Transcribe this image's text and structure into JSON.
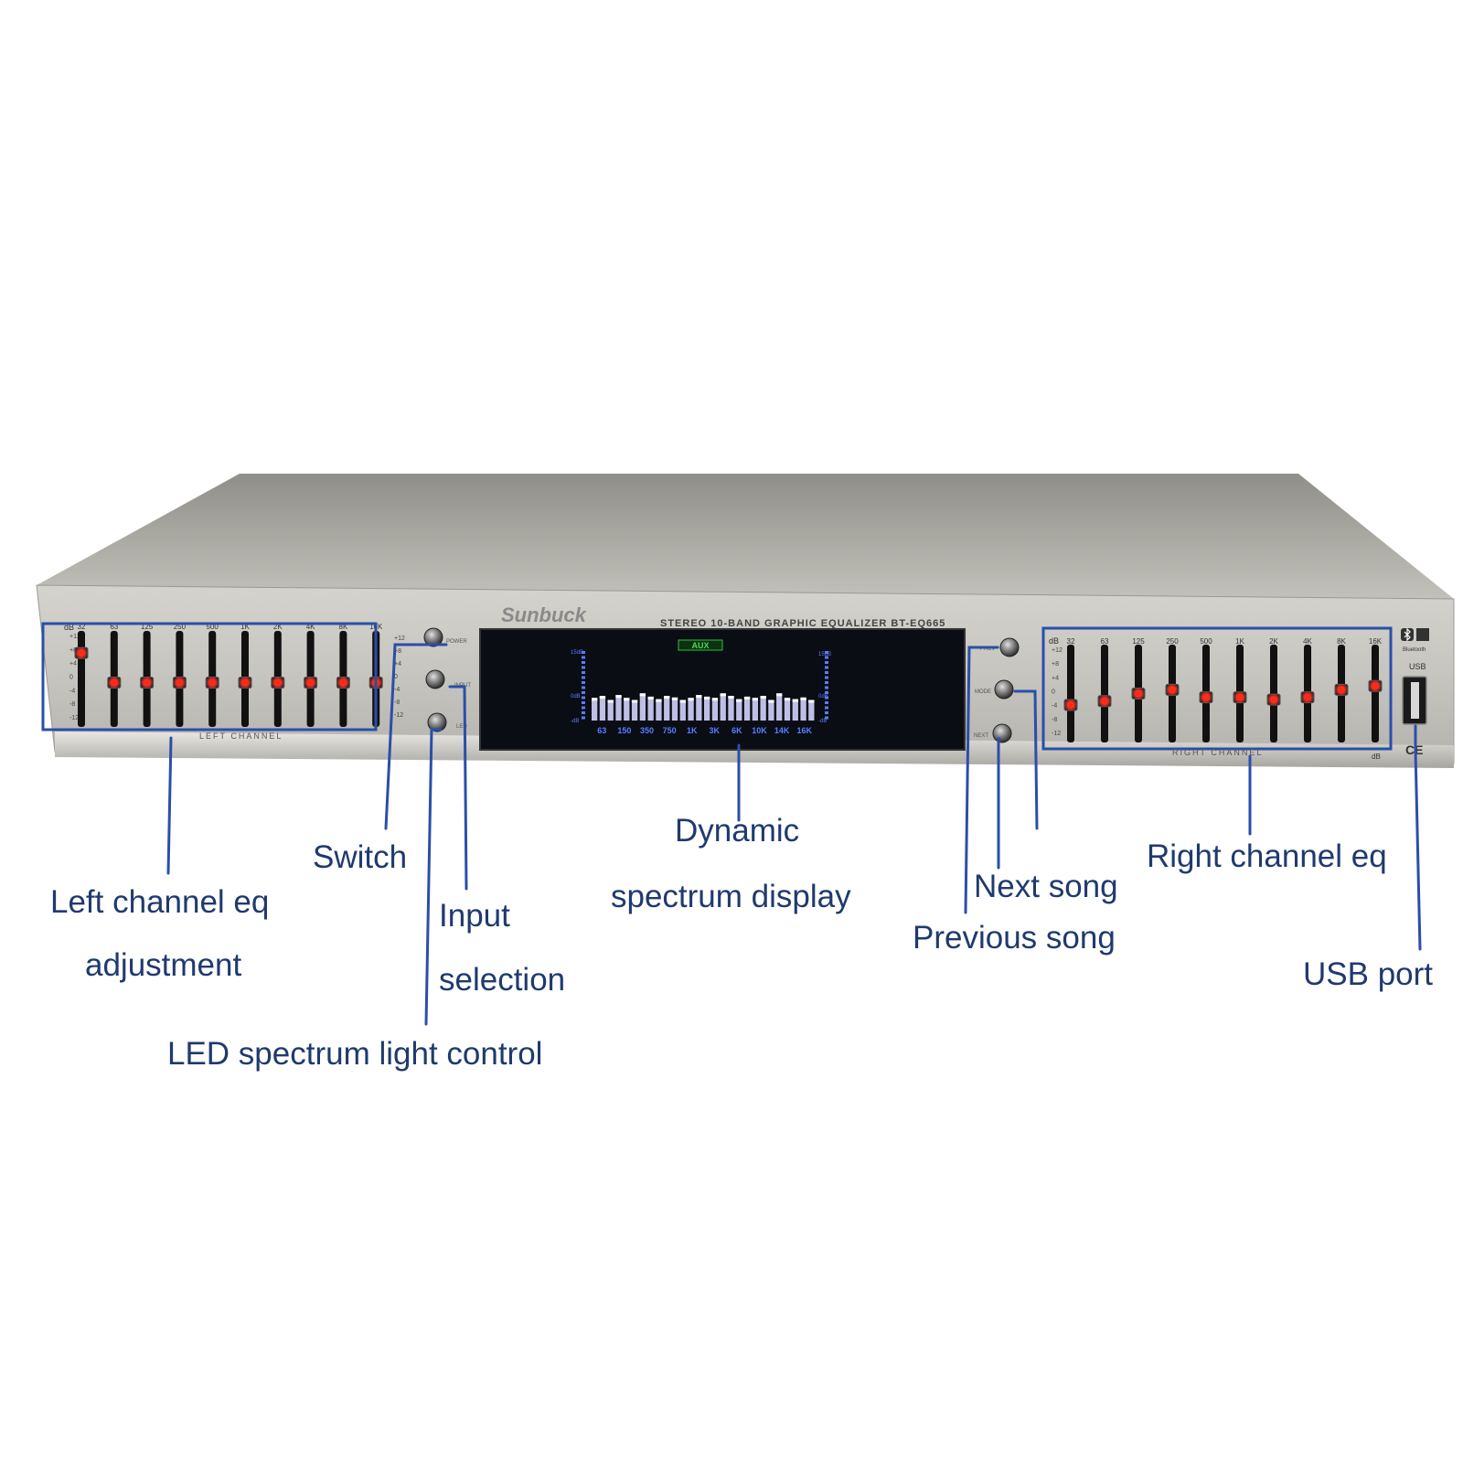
{
  "device": {
    "brand": "Sunbuck",
    "model_title": "STEREO 10-BAND GRAPHIC EQUALIZER BT-EQ665",
    "display_mode": "AUX",
    "display_db_top": "15dB",
    "display_db_mid": "0dB",
    "display_db_bottom": "-dB",
    "display_freqs": [
      "63",
      "150",
      "350",
      "750",
      "1K",
      "3K",
      "6K",
      "10K",
      "14K",
      "16K"
    ],
    "display_levels": [
      0.55,
      0.6,
      0.5,
      0.62,
      0.55,
      0.5,
      0.66,
      0.58,
      0.52,
      0.6,
      0.56,
      0.5,
      0.55,
      0.62,
      0.58,
      0.55,
      0.66,
      0.6,
      0.52,
      0.58,
      0.55,
      0.6,
      0.5,
      0.66,
      0.55,
      0.52,
      0.56,
      0.5
    ],
    "left_channel": {
      "db_label": "dB",
      "freqs": [
        "32",
        "63",
        "125",
        "250",
        "500",
        "1K",
        "2K",
        "4K",
        "8K",
        "16K"
      ],
      "scale": [
        "+12",
        "+8",
        "+4",
        "0",
        "-4",
        "-8",
        "-12"
      ],
      "label": "LEFT CHANNEL",
      "slider_levels": [
        0.85,
        0.45,
        0.45,
        0.45,
        0.45,
        0.45,
        0.45,
        0.45,
        0.45,
        0.45
      ]
    },
    "center_scale": [
      "+12",
      "+8",
      "+4",
      "0",
      "-4",
      "-8",
      "-12"
    ],
    "buttons": {
      "power_label": "POWER",
      "input_label": "INPUT",
      "led_label": "LED",
      "prev_label": "PREV",
      "mode_label": "MODE",
      "next_label": "NEXT"
    },
    "right_channel": {
      "db_label": "dB",
      "freqs": [
        "32",
        "63",
        "125",
        "250",
        "500",
        "1K",
        "2K",
        "4K",
        "8K",
        "16K"
      ],
      "scale": [
        "+12",
        "+8",
        "+4",
        "0",
        "-4",
        "-8",
        "-12"
      ],
      "label": "RIGHT CHANNEL",
      "slider_levels": [
        0.35,
        0.4,
        0.5,
        0.55,
        0.45,
        0.45,
        0.42,
        0.45,
        0.55,
        0.6
      ]
    },
    "bluetooth_label": "Bluetooth",
    "usb_label": "USB",
    "ce_label": "CE"
  },
  "callouts": {
    "left_eq_line1": "Left channel eq",
    "left_eq_line2": "adjustment",
    "switch": "Switch",
    "input_line1": "Input",
    "input_line2": "selection",
    "led": "LED spectrum light control",
    "dynamic_line1": "Dynamic",
    "dynamic_line2": "spectrum display",
    "next_song": "Next song",
    "previous_song": "Previous song",
    "right_eq": "Right channel eq",
    "usb_port": "USB port"
  },
  "colors": {
    "annotation_blue": "#2a4fa8",
    "annotation_text": "#1f3a6e",
    "led_red": "#ff2a1a",
    "display_blue": "#5a7dff",
    "display_bg": "#0b0d14",
    "chassis": "#b8b7b0"
  }
}
